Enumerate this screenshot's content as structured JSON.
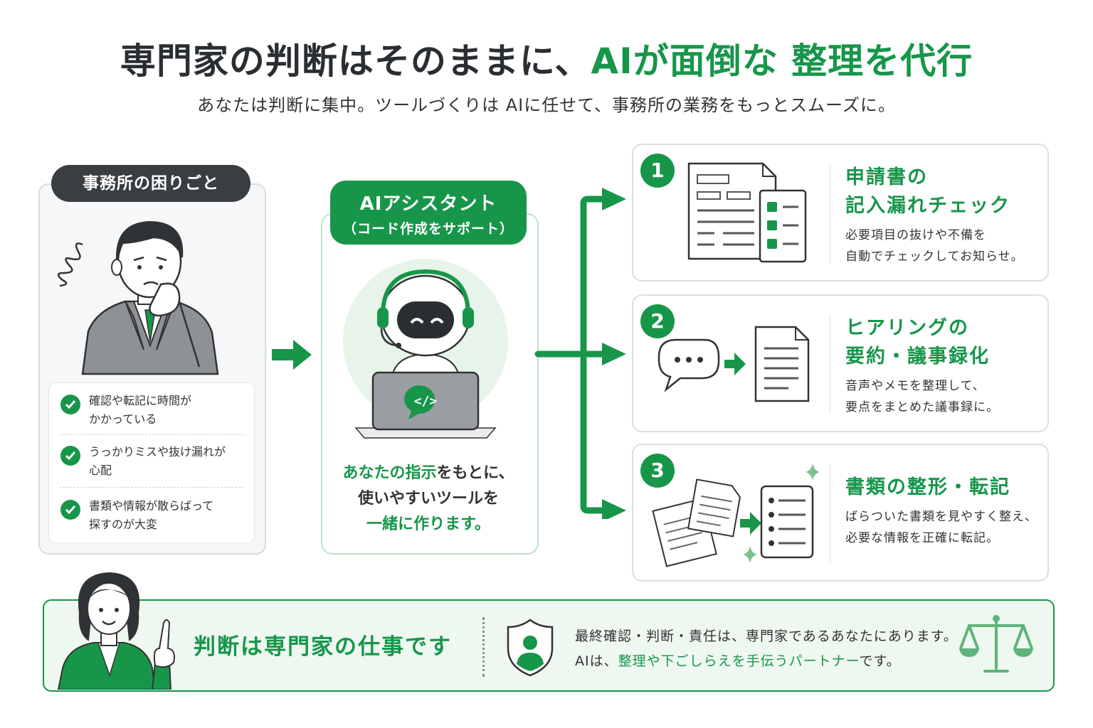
{
  "header": {
    "title_main": "専門家の判断はそのままに、",
    "title_accent": "AIが面倒な 整理を代行",
    "subtitle": "あなたは判断に集中。ツールづくりは AIに任せて、事務所の業務をもっとスムーズに。"
  },
  "left": {
    "tag": "事務所の困りごと",
    "items": [
      {
        "line1": "確認や転記に時間が",
        "line2": "かかっている"
      },
      {
        "line1": "うっかりミスや抜け漏れが",
        "line2": "心配"
      },
      {
        "line1": "書類や情報が散らばって",
        "line2": "探すのが大変"
      }
    ]
  },
  "center": {
    "tag_line1": "AIアシスタント",
    "tag_line2": "（コード作成をサポート）",
    "code_glyph": "</>",
    "text_line1_green": "あなたの指示",
    "text_line1_rest": "をもとに、",
    "text_line2": "使いやすいツールを",
    "text_line3": "一緒に作ります。"
  },
  "cards": [
    {
      "number": "1",
      "title_line1": "申請書の",
      "title_line2": "記入漏れチェック",
      "desc_line1": "必要項目の抜けや不備を",
      "desc_line2": "自動でチェックしてお知らせ。"
    },
    {
      "number": "2",
      "title_line1": "ヒアリングの",
      "title_line2": "要約・議事録化",
      "desc_line1": "音声やメモを整理して、",
      "desc_line2": "要点をまとめた議事録に。"
    },
    {
      "number": "3",
      "title_line1": "書類の整形・転記",
      "title_line2": "",
      "desc_line1": "ばらついた書類を見やすく整え、",
      "desc_line2": "必要な情報を正確に転記。"
    }
  ],
  "bottom": {
    "title": "判断は専門家の仕事です",
    "line1": "最終確認・判断・責任は、専門家であるあなたにあります。",
    "line2_prefix": "AIは、",
    "line2_green": "整理や下ごしらえを手伝うパートナー",
    "line2_suffix": "です。"
  },
  "colors": {
    "accent": "#17964a",
    "dark": "#3a3e42",
    "light_green": "#eef7f0"
  }
}
